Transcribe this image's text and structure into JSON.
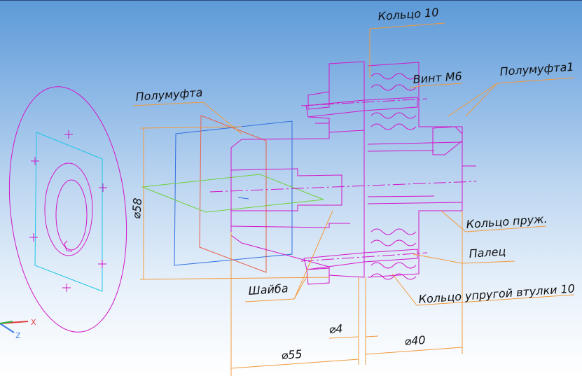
{
  "colors": {
    "part": "#d316c9",
    "dimension": "#f29a3c",
    "plane_blue": "#2f6fe0",
    "plane_red": "#e8604c",
    "plane_green": "#6fd13c",
    "plane_cyan": "#1ec6e8",
    "axis_x": "#e03c3c",
    "axis_z": "#3c7ce0"
  },
  "labels": {
    "ring10": "Кольцо 10",
    "screw": "Винт М6",
    "half_coupling_1": "Полумуфта1",
    "half_coupling": "Полумуфта",
    "spring_ring": "Кольцо пруж.",
    "pin": "Палец",
    "washer": "Шайба",
    "elastic_ring": "Кольцо упругой втулки 10"
  },
  "dimensions": {
    "d58": "⌀58",
    "d4": "⌀4",
    "d55": "⌀55",
    "d40": "⌀40"
  },
  "axes": {
    "x": "X",
    "z": "Z"
  }
}
